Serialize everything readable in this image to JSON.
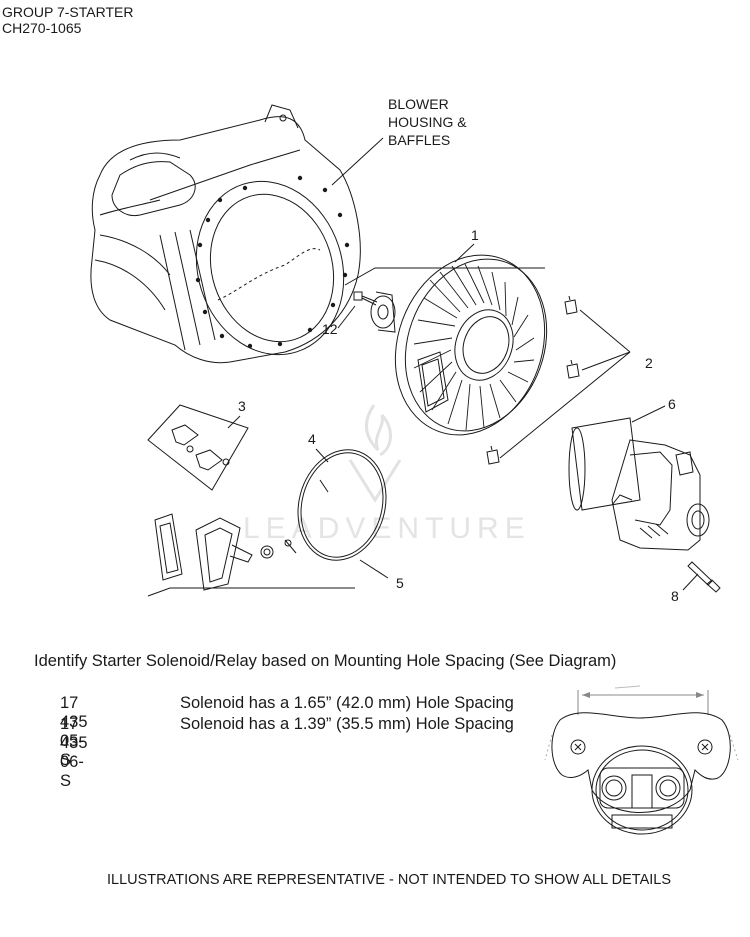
{
  "header": {
    "group_title": "GROUP 7-STARTER",
    "model_code": "CH270-1065"
  },
  "labels": {
    "blower_line1": "BLOWER",
    "blower_line2": "HOUSING &",
    "blower_line3": "BAFFLES"
  },
  "callouts": [
    "1",
    "2",
    "3",
    "4",
    "5",
    "6",
    "8",
    "12"
  ],
  "identify_text": "Identify Starter Solenoid/Relay based on Mounting Hole Spacing (See Diagram)",
  "solenoids": [
    {
      "part": "17 435 05-S",
      "description": "Solenoid has a 1.65” (42.0 mm) Hole Spacing"
    },
    {
      "part": "17 435 06-S",
      "description": "Solenoid has a 1.39” (35.5 mm) Hole Spacing"
    }
  ],
  "watermark": "LEADVENTURE",
  "footer": "ILLUSTRATIONS ARE REPRESENTATIVE - NOT INTENDED TO SHOW ALL DETAILS",
  "colors": {
    "line": "#1a1a1a",
    "watermark": "#e4e4e4"
  }
}
